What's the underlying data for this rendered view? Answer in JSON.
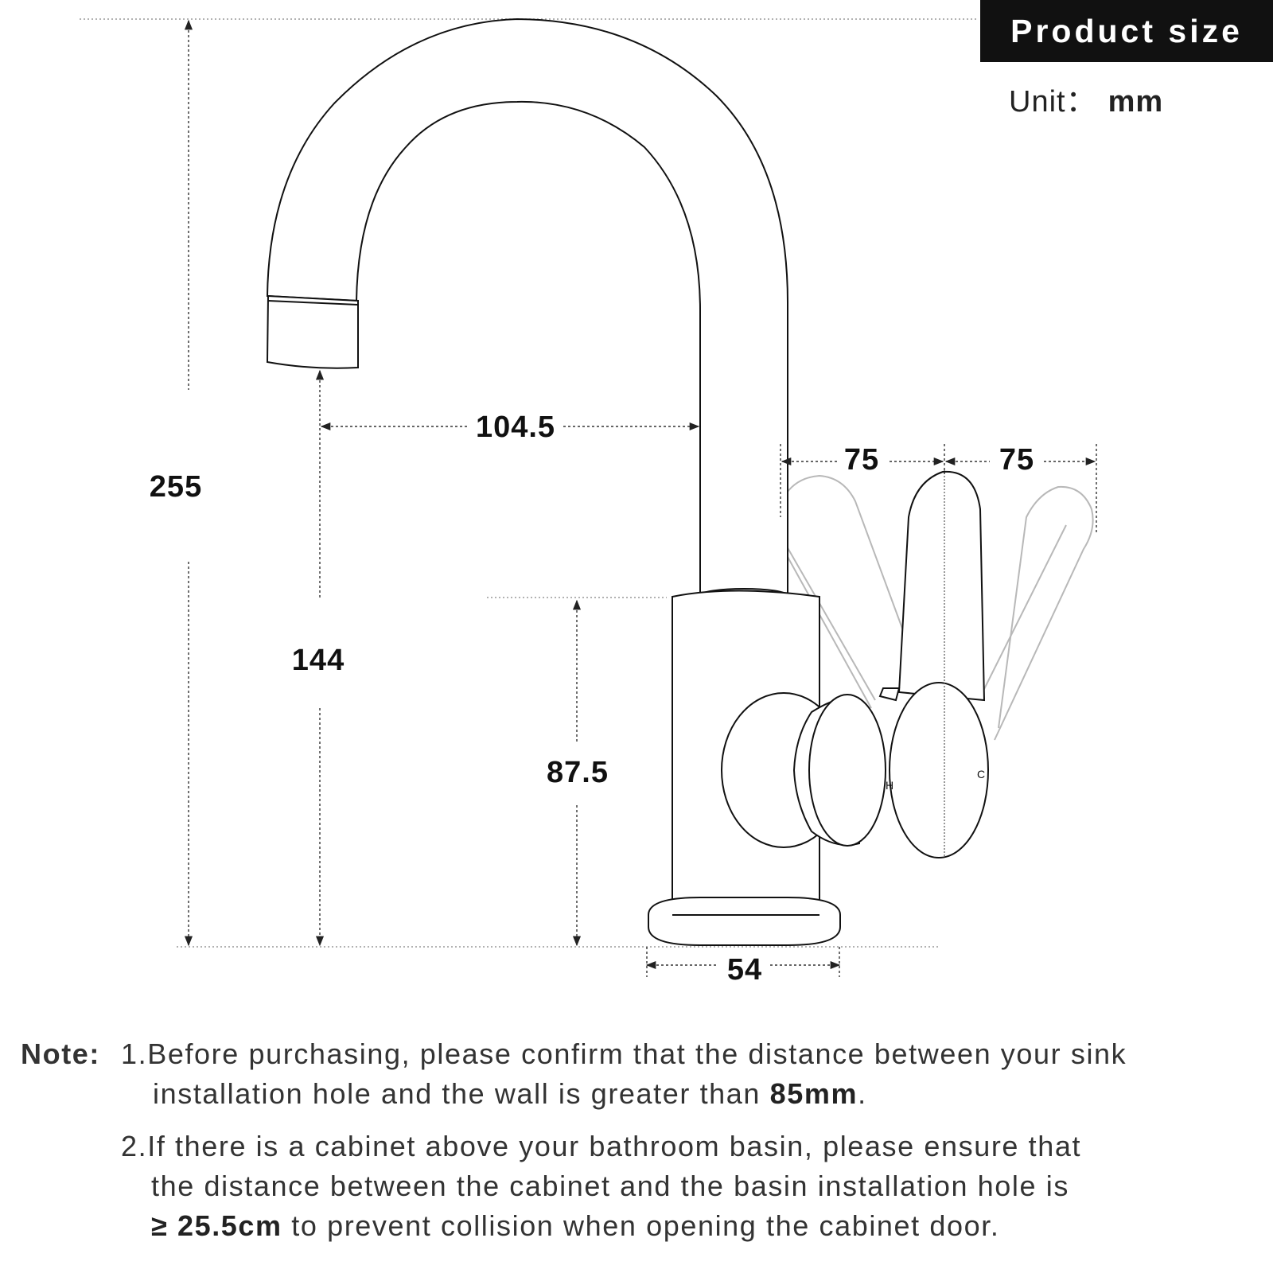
{
  "header": {
    "title": "Product size"
  },
  "unit": {
    "label": "Unit：",
    "value": "mm"
  },
  "dimensions": {
    "total_height": "255",
    "spout_height": "144",
    "spout_reach": "104.5",
    "body_height": "87.5",
    "base_diameter": "54",
    "handle_swing_left": "75",
    "handle_swing_right": "75"
  },
  "handle_marks": {
    "hot": "H",
    "cold": "C"
  },
  "notes": {
    "heading": "Note:",
    "note1_line1": "1.Before purchasing, please confirm that the distance between your sink",
    "note1_line2_pre": "installation hole and the wall is greater than ",
    "note1_emphasis": "85mm",
    "note1_line2_post": ".",
    "note2_line1": "2.If there is a cabinet above your bathroom basin, please ensure that",
    "note2_line2": "the distance between the cabinet and the basin installation hole is",
    "note2_emphasis": "≥ 25.5cm",
    "note2_line3_post": " to prevent collision when opening the cabinet door."
  }
}
